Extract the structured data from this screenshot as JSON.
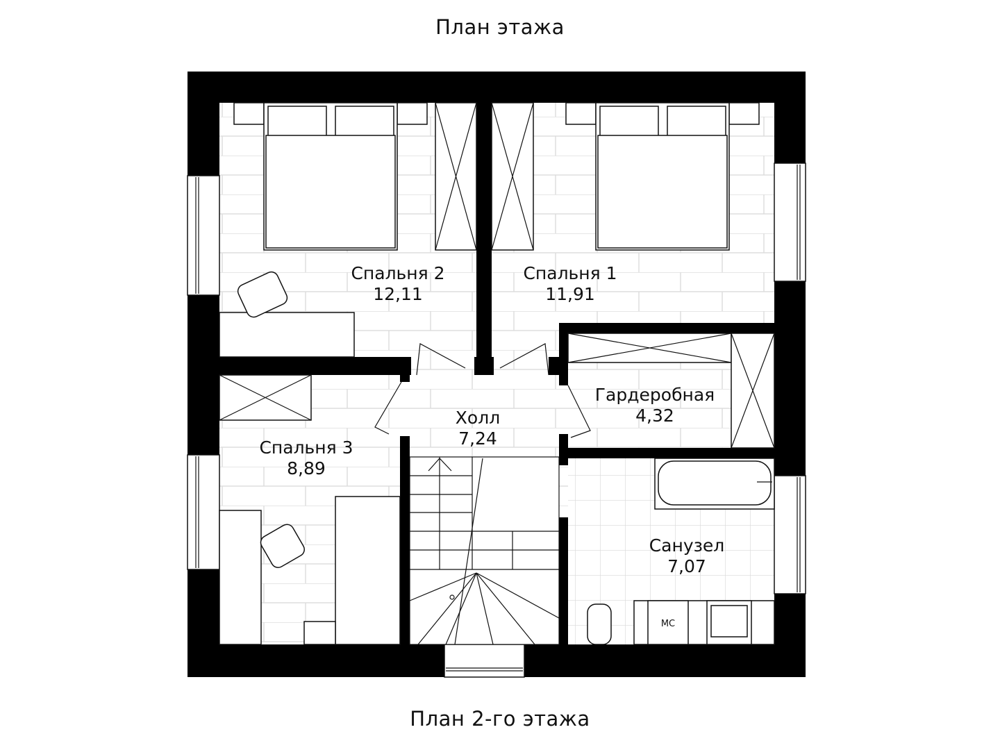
{
  "header": {
    "title": "План этажа"
  },
  "footer": {
    "caption": "План 2-го этажа"
  },
  "rooms": [
    {
      "name": "Спальня 2",
      "area": "12,11"
    },
    {
      "name": "Спальня 1",
      "area": "11,91"
    },
    {
      "name": "Гардеробная",
      "area": "4,32"
    },
    {
      "name": "Холл",
      "area": "7,24"
    },
    {
      "name": "Спальня 3",
      "area": "8,89"
    },
    {
      "name": "Санузел",
      "area": "7,07"
    }
  ],
  "fixtures": {
    "washer_label": "МС"
  },
  "colors": {
    "wall": "#000000",
    "tile": "#dddddd",
    "background": "#ffffff"
  }
}
